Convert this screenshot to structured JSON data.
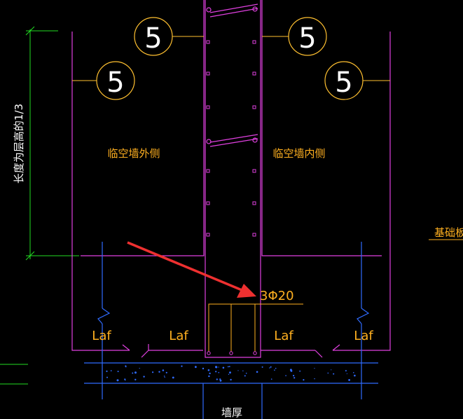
{
  "labels": {
    "callout_number": "5",
    "outer_side": "临空墙外侧",
    "inner_side": "临空墙内侧",
    "anchor_length": "Laf",
    "rebar_spec": "3Φ20",
    "length_note": "长度为层高的1/3",
    "wall_thickness": "墙厚",
    "base_slab": "基础板"
  },
  "colors": {
    "background": "#000000",
    "wall_outline": "#e040e0",
    "rebar": "#e040e0",
    "foundation": "#2f6bff",
    "dimension": "#22dd22",
    "annotation": "#ffb020",
    "callout": "#ffc030",
    "arrow": "#ee3030",
    "leader": "#ffffff"
  }
}
